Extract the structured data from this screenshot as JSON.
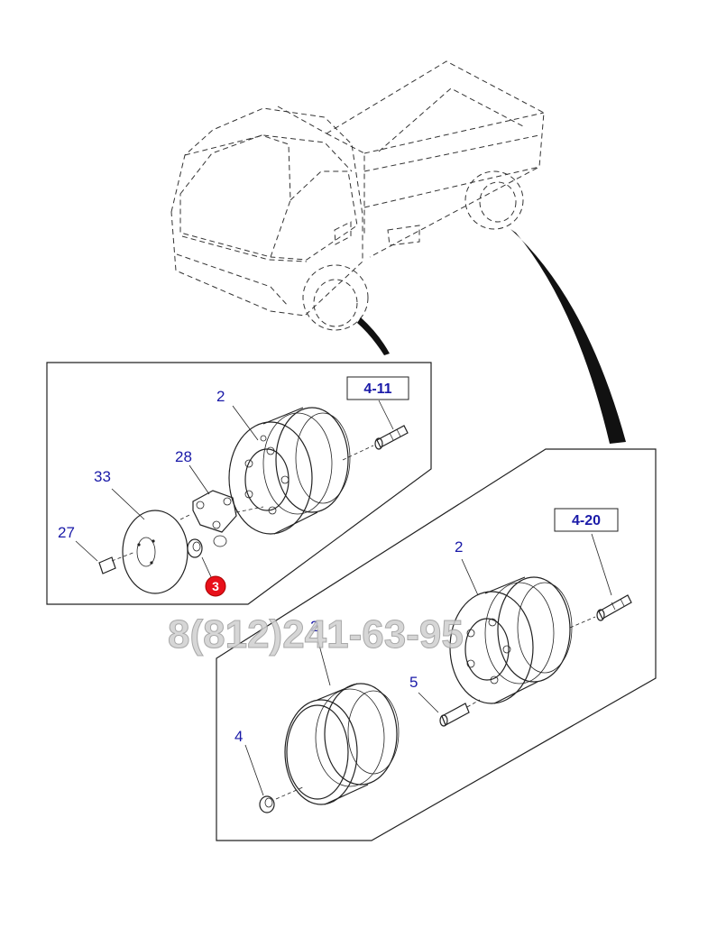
{
  "callouts": {
    "top_wheel": "2",
    "top_ref": "4-11",
    "plate": "28",
    "drum": "33",
    "bolt": "27",
    "nut_highlighted": "3",
    "bottom_wheel_outer": "2",
    "bottom_ref": "4-20",
    "bottom_wheel_inner": "2",
    "stud": "5",
    "nut": "4"
  },
  "watermark": "8(812)241-63-95",
  "colors": {
    "label": "#1a1aa8",
    "highlight": "#e8101a",
    "line": "#222222",
    "watermark": "#cfcfcf"
  }
}
